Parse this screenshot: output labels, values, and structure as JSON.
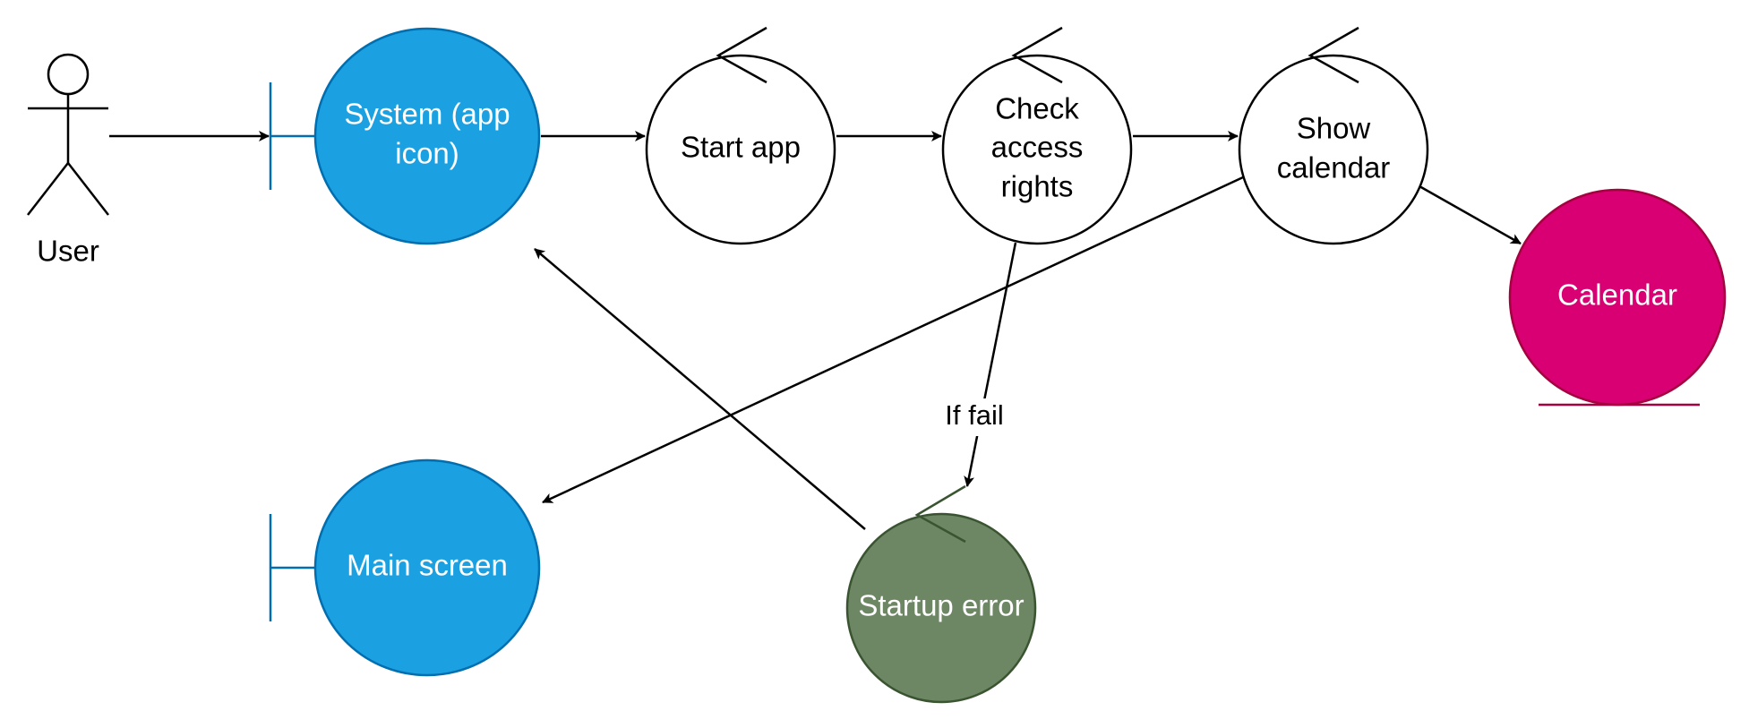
{
  "diagram": {
    "colors": {
      "boundary_fill": "#1ba1e2",
      "boundary_stroke": "#006eaf",
      "control_fill": "#ffffff",
      "control_stroke": "#000000",
      "error_fill": "#6d8764",
      "error_stroke": "#3a5431",
      "entity_fill": "#d80073",
      "entity_stroke": "#a50040",
      "edge": "#000000"
    },
    "actor": {
      "label": "User",
      "icon": "stick-figure-actor-icon"
    },
    "boundaries": {
      "system": {
        "label_line1": "System (app",
        "label_line2": "icon)"
      },
      "main_screen": {
        "label": "Main screen"
      }
    },
    "controls": {
      "start_app": {
        "label": "Start app"
      },
      "check_access": {
        "label_line1": "Check",
        "label_line2": "access",
        "label_line3": "rights"
      },
      "show_calendar": {
        "label_line1": "Show",
        "label_line2": "calendar"
      },
      "startup_error": {
        "label": "Startup error"
      }
    },
    "entities": {
      "calendar": {
        "label": "Calendar"
      }
    },
    "edges": {
      "check_to_error_label": "If fail"
    }
  }
}
